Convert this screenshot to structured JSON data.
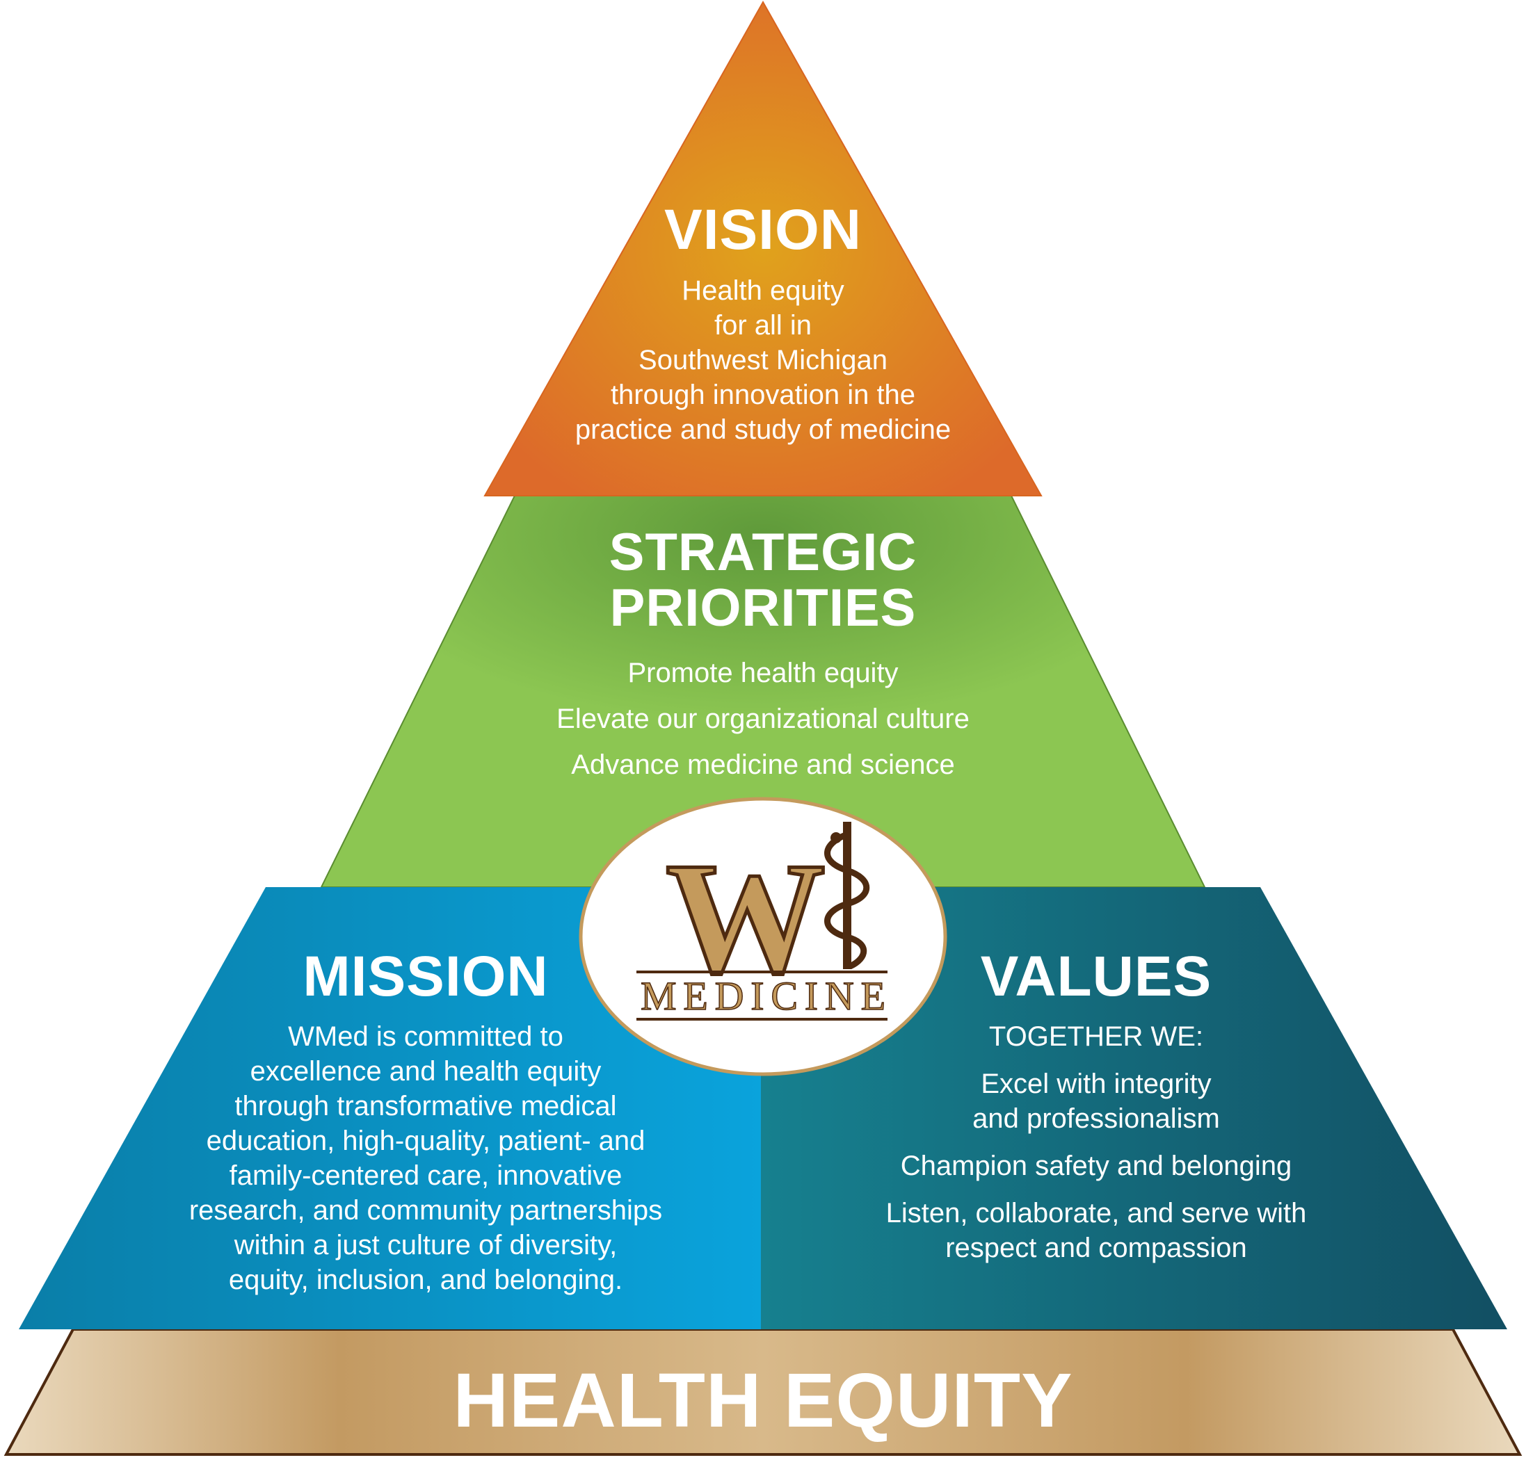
{
  "vision": {
    "heading": "VISION",
    "lines": [
      "Health equity",
      "for all in",
      "Southwest Michigan",
      "through innovation in the",
      "practice and study of medicine"
    ]
  },
  "strategic_priorities": {
    "heading_line1": "STRATEGIC",
    "heading_line2": "PRIORITIES",
    "items": [
      "Promote health equity",
      "Elevate our organizational culture",
      "Advance medicine and science"
    ]
  },
  "mission": {
    "heading": "MISSION",
    "lines": [
      "WMed is committed to",
      "excellence and health equity",
      "through transformative medical",
      "education, high-quality, patient- and",
      "family-centered care, innovative",
      "research, and community partnerships",
      "within a just culture of diversity,",
      "equity, inclusion, and belonging."
    ]
  },
  "values": {
    "heading": "VALUES",
    "lead": "TOGETHER WE:",
    "items": [
      [
        "Excel with integrity",
        "and professionalism"
      ],
      [
        "Champion safety and belonging"
      ],
      [
        "Listen, collaborate, and serve with",
        "respect and compassion"
      ]
    ]
  },
  "foundation": {
    "label": "HEALTH EQUITY"
  },
  "logo": {
    "wordmark": "MEDICINE",
    "letter": "W"
  },
  "colors": {
    "vision_light": "#e0a21c",
    "vision_dark": "#dd6a2a",
    "strategy_light": "#8cc652",
    "strategy_dark": "#5f9a3a",
    "mission_light": "#0aa3dc",
    "mission_dark": "#0a7ea8",
    "values_light": "#16808f",
    "values_dark": "#124f63",
    "base_light": "#ead9bd",
    "base_dark": "#c39a62",
    "logo_gold": "#c49a5c",
    "logo_brown": "#4e2a10"
  }
}
